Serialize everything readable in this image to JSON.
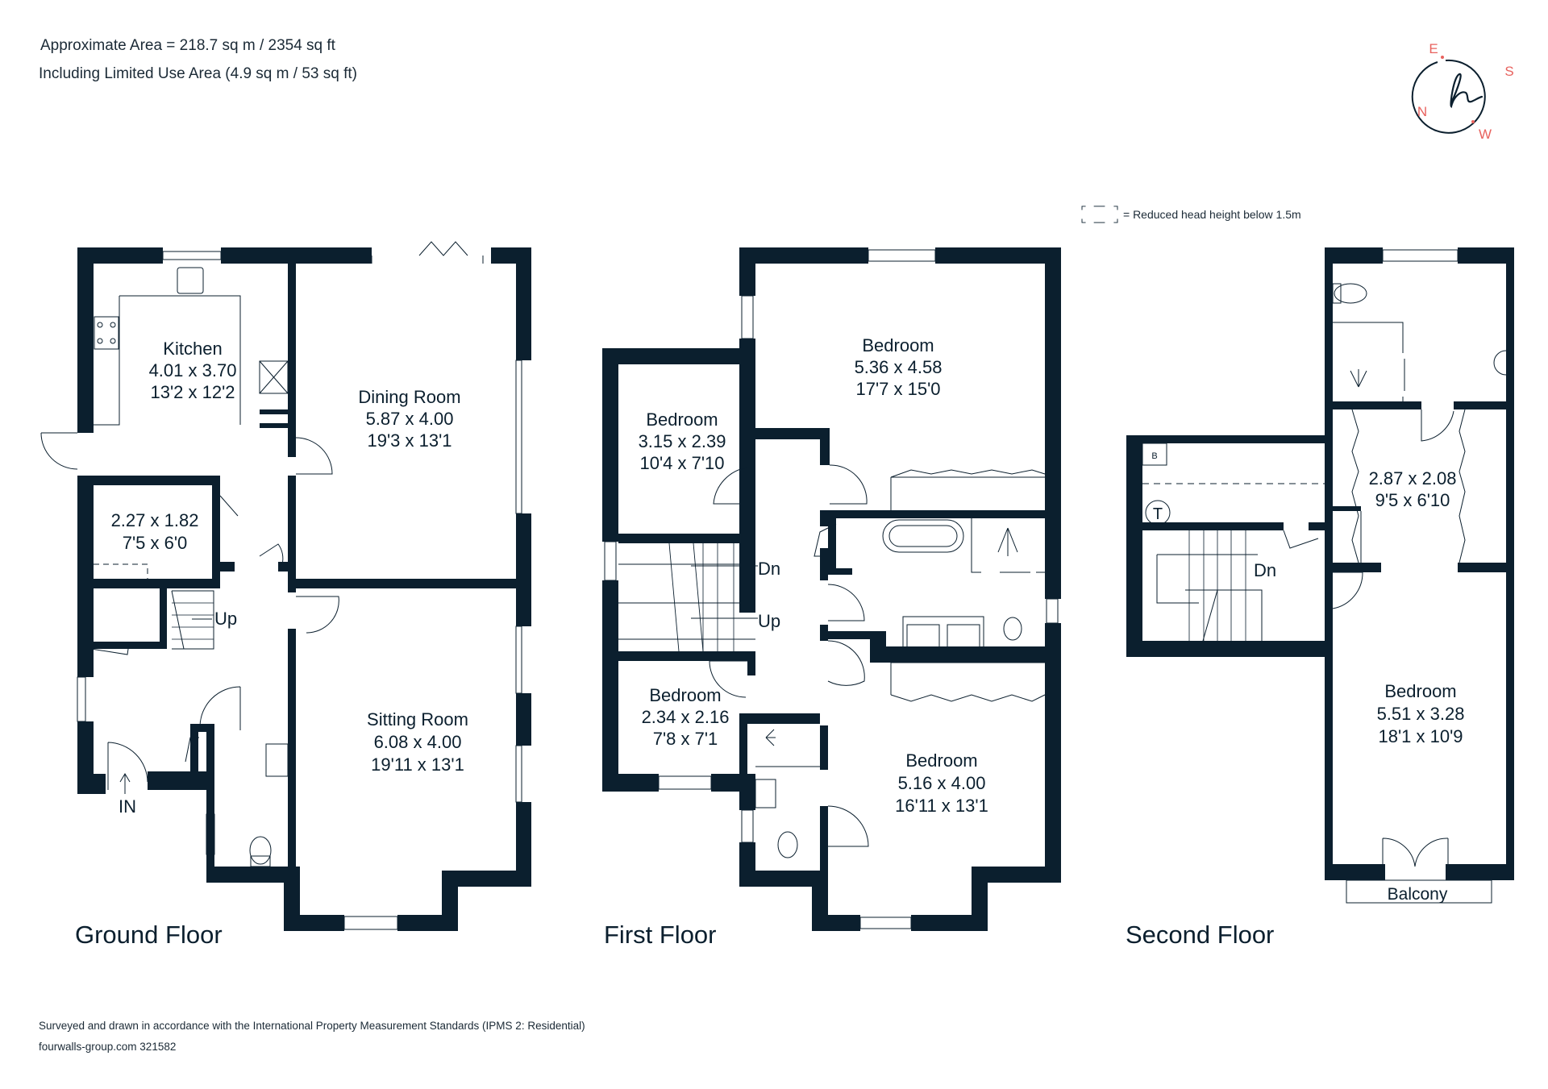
{
  "header": {
    "area_line": "Approximate Area = 218.7 sq m / 2354 sq ft",
    "limited_use_line": "Including Limited Use Area (4.9 sq m / 53 sq ft)"
  },
  "compass": {
    "logo_glyph": "h",
    "labels": {
      "north": "N",
      "east": "E",
      "south": "S",
      "west": "W"
    },
    "accent_color": "#e8625e",
    "ring_color": "#0b1f2e"
  },
  "legend": {
    "reduced_head_height": "= Reduced head height below 1.5m"
  },
  "colors": {
    "wall": "#0b1f2e",
    "text": "#0b1f2e",
    "background": "#ffffff"
  },
  "floors": {
    "ground": {
      "title": "Ground Floor",
      "rooms": {
        "kitchen": {
          "name": "Kitchen",
          "metric": "4.01 x 3.70",
          "imperial": "13'2 x 12'2"
        },
        "dining": {
          "name": "Dining Room",
          "metric": "5.87 x 4.00",
          "imperial": "19'3 x 13'1"
        },
        "utility": {
          "metric": "2.27 x 1.82",
          "imperial": "7'5 x 6'0"
        },
        "sitting": {
          "name": "Sitting Room",
          "metric": "6.08 x 4.00",
          "imperial": "19'11 x 13'1"
        }
      },
      "stairs_label": "Up",
      "entrance_label": "IN"
    },
    "first": {
      "title": "First Floor",
      "rooms": {
        "bedroom_main": {
          "name": "Bedroom",
          "metric": "5.36 x 4.58",
          "imperial": "17'7 x 15'0"
        },
        "bedroom_nw": {
          "name": "Bedroom",
          "metric": "3.15 x 2.39",
          "imperial": "10'4 x 7'10"
        },
        "bedroom_small": {
          "name": "Bedroom",
          "metric": "2.34 x 2.16",
          "imperial": "7'8 x 7'1"
        },
        "bedroom_se": {
          "name": "Bedroom",
          "metric": "5.16 x 4.00",
          "imperial": "16'11 x 13'1"
        }
      },
      "stairs_down_label": "Dn",
      "stairs_up_label": "Up"
    },
    "second": {
      "title": "Second Floor",
      "rooms": {
        "dressing": {
          "metric": "2.87 x 2.08",
          "imperial": "9'5 x 6'10"
        },
        "bedroom": {
          "name": "Bedroom",
          "metric": "5.51 x 3.28",
          "imperial": "18'1 x 10'9"
        },
        "balcony": {
          "name": "Balcony"
        }
      },
      "stairs_down_label": "Dn",
      "boiler_label": "B",
      "tank_label": "T"
    }
  },
  "footer": {
    "standards_line": "Surveyed and drawn in accordance with the International Property Measurement Standards (IPMS 2: Residential)",
    "reference_line": "fourwalls-group.com 321582"
  }
}
